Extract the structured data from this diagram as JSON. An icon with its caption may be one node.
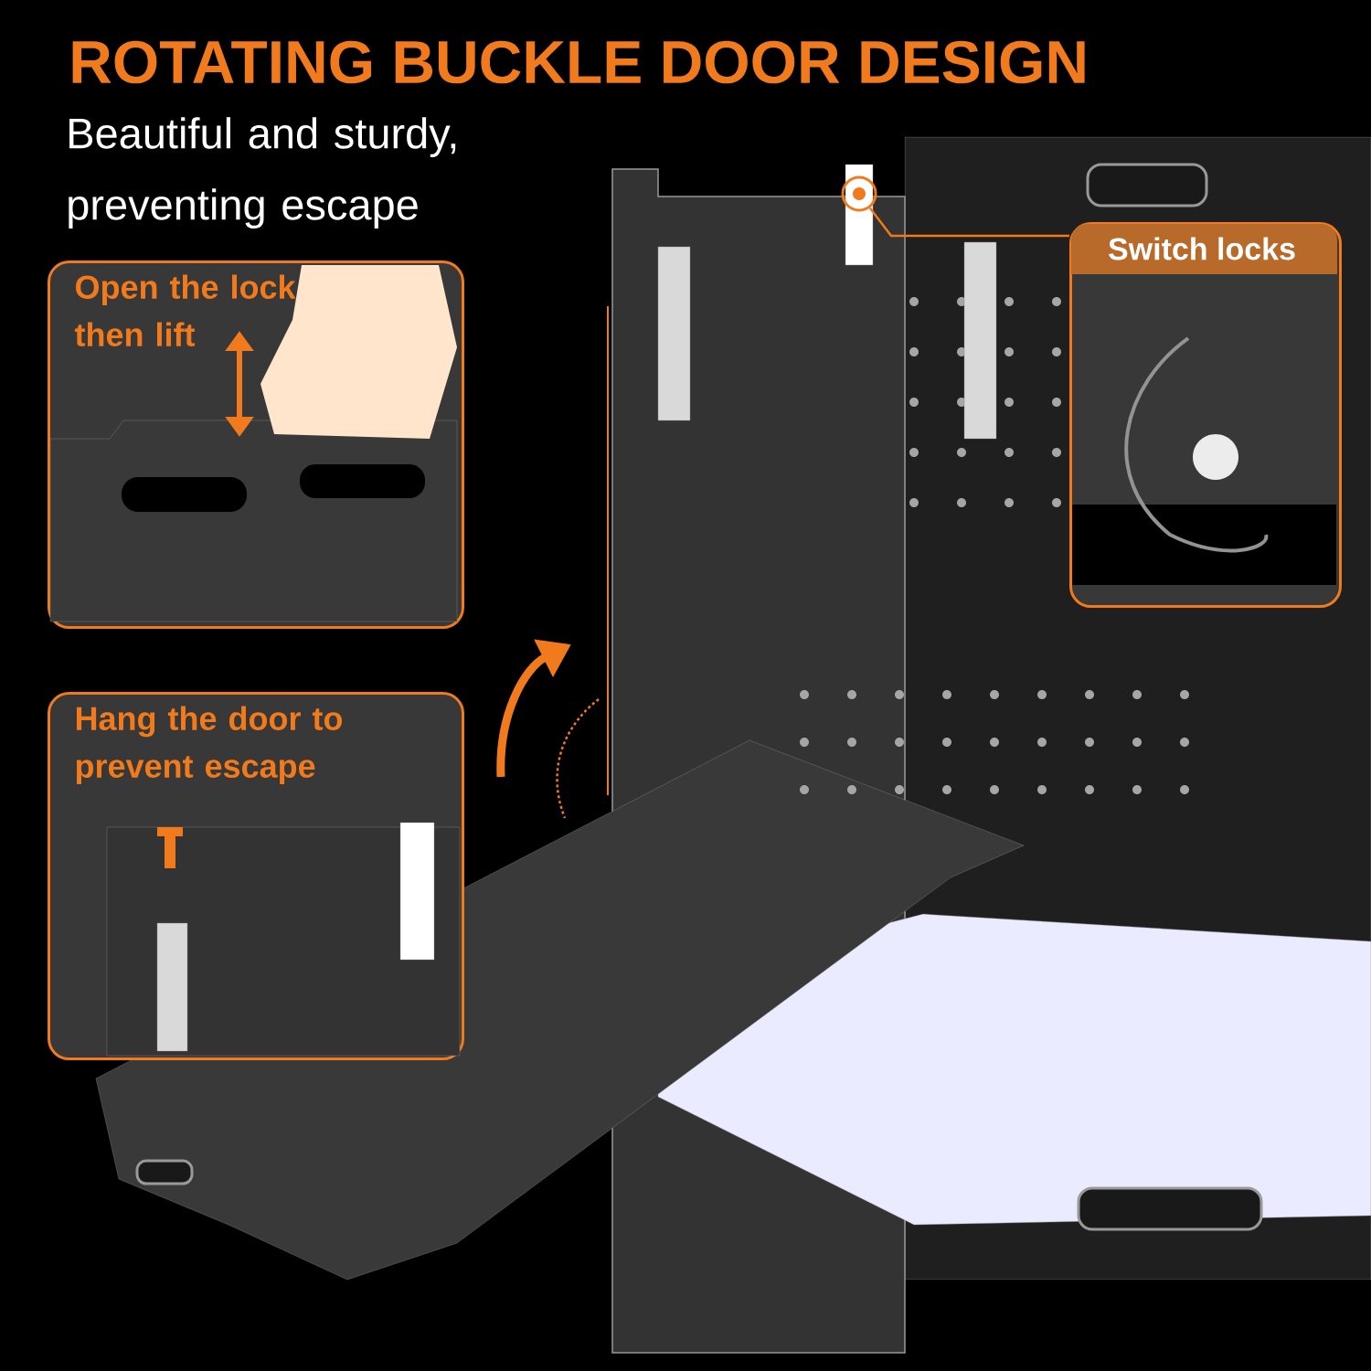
{
  "diagram": {
    "title": "ROTATING BUCKLE DOOR DESIGN",
    "nodes": [
      {
        "text": [
          "Open the lock then lift"
        ]
      },
      {
        "text": [
          "Hang the door to prevent escape"
        ]
      },
      {
        "text": [
          "Switch locks"
        ]
      },
      {
        "text": [],
        "shape": "circle"
      }
    ],
    "edges": [
      {
        "from": 2,
        "to": 3,
        "arrow": "none"
      }
    ],
    "labels": [
      "Beautiful and sturdy, preventing escape"
    ]
  }
}
